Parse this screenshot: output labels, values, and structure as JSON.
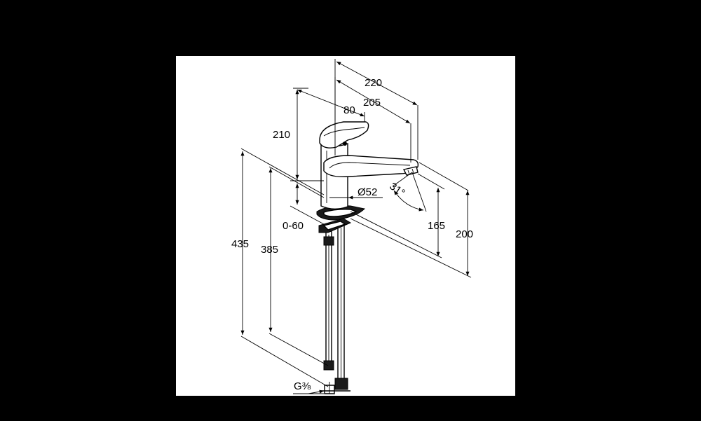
{
  "colors": {
    "background": "#000000",
    "sheet": "#ffffff",
    "ink": "#000000"
  },
  "dimensions": {
    "d220": "220",
    "d205": "205",
    "d80": "80",
    "d210": "210",
    "d52": "Ø52",
    "d31": "31°",
    "d0_60": "0-60",
    "d165": "165",
    "d200": "200",
    "d435": "435",
    "d385": "385",
    "thread": "G⅜"
  }
}
